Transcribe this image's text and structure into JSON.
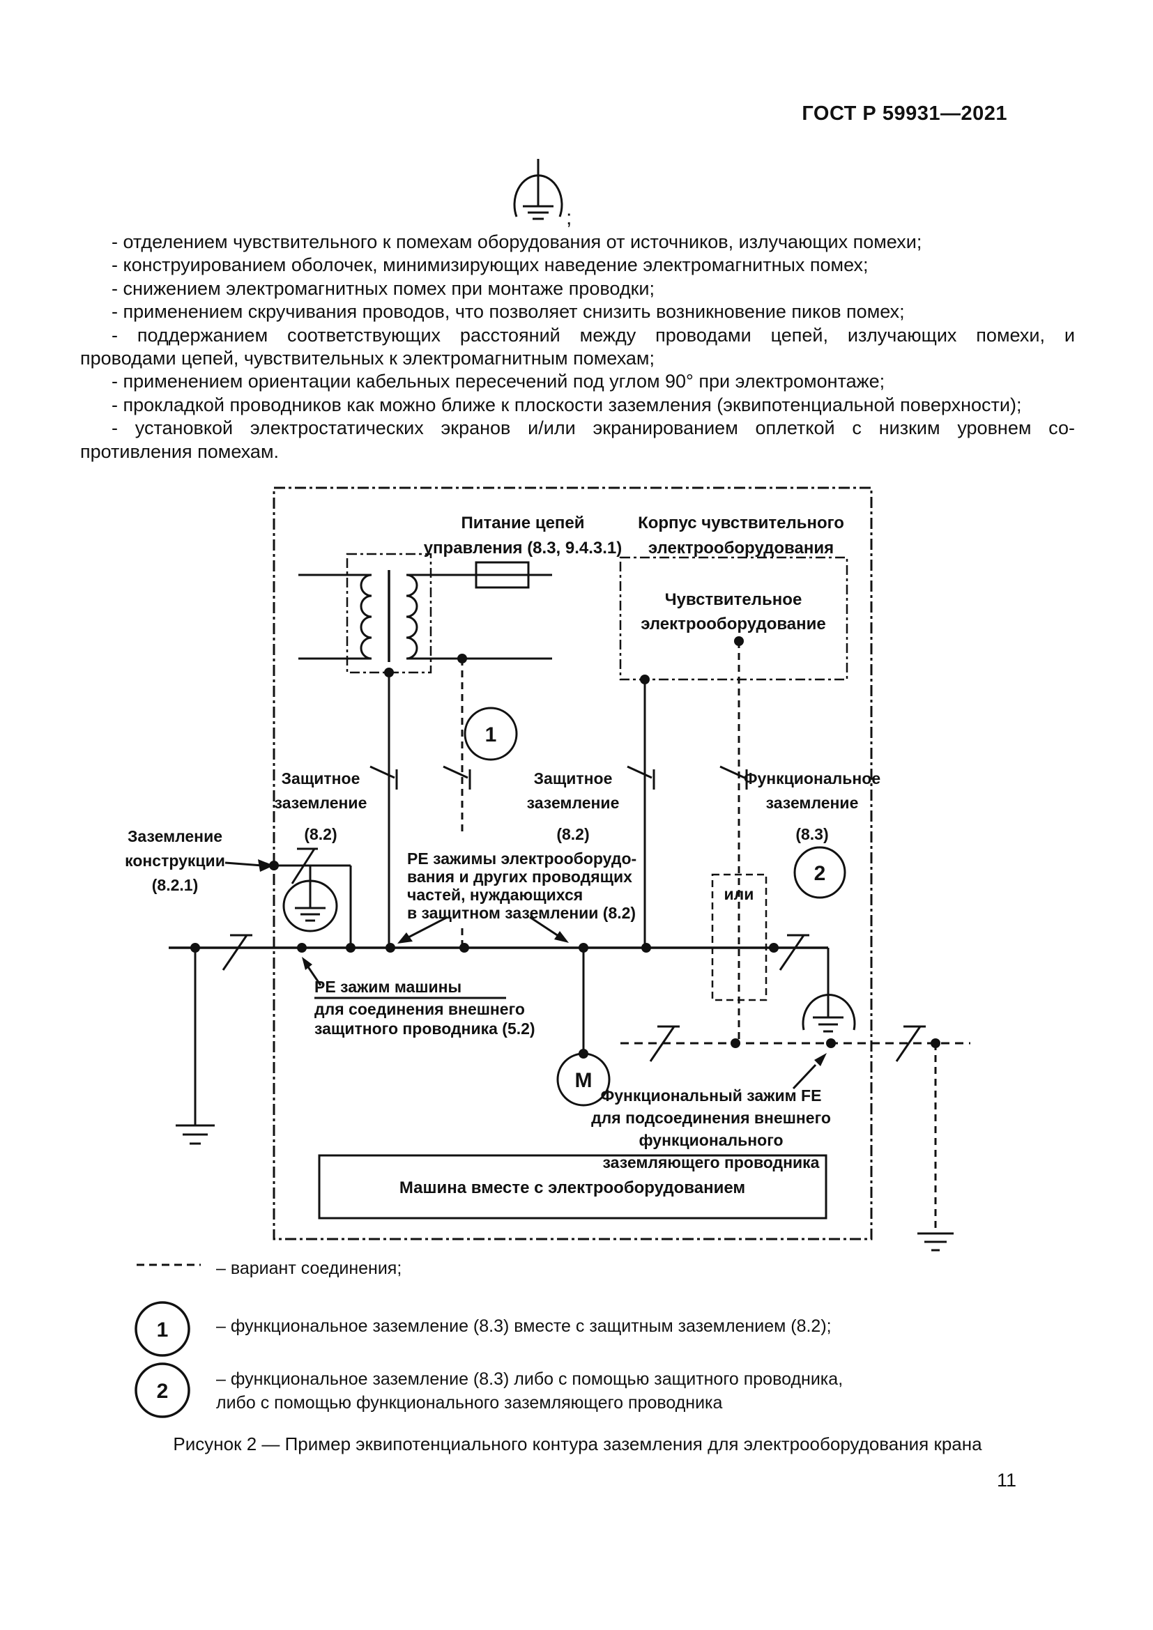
{
  "header": {
    "title": "ГОСТ Р 59931—2021"
  },
  "intro": {
    "symbol_suffix": ";",
    "lines": [
      "- отделением чувствительного к помехам оборудования от источников, излучающих помехи;",
      "- конструированием оболочек, минимизирующих наведение электромагнитных помех;",
      "- снижением электромагнитных помех при монтаже проводки;",
      "- применением скручивания проводов, что позволяет снизить возникновение пиков помех;",
      "- поддержанием соответствующих расстояний между проводами цепей, излучающих помехи, и",
      "проводами цепей, чувствительных к электромагнитным помехам;",
      "- применением ориентации кабельных пересечений под углом 90° при электромонтаже;",
      "- прокладкой проводников как можно ближе к плоскости заземления (эквипотенциальной поверхности);",
      "- установкой электростатических экранов и/или экранированием оплеткой с низким уровнем со-",
      "противления помехам."
    ]
  },
  "diagram": {
    "power_label_1": "Питание цепей",
    "power_label_2": "управления (8.3, 9.4.3.1)",
    "enclosure_label_1": "Корпус чувствительного",
    "enclosure_label_2": "электрооборудования",
    "sensitive_label_1": "Чувствительное",
    "sensitive_label_2": "электрооборудование",
    "protective_1_line_1": "Защитное",
    "protective_1_line_2": "заземление",
    "protective_1_line_3": "(8.2)",
    "protective_2_line_1": "Защитное",
    "protective_2_line_2": "заземление",
    "protective_2_line_3": "(8.2)",
    "functional_line_1": "Функциональное",
    "functional_line_2": "заземление",
    "functional_line_3": "(8.3)",
    "structure_line_1": "Заземление",
    "structure_line_2": "конструкции",
    "structure_line_3": "(8.2.1)",
    "pe_terminals_1": "PE зажимы электрооборудо-",
    "pe_terminals_2": "вания и других проводящих",
    "pe_terminals_3": "частей, нуждающихся",
    "pe_terminals_4": "в защитном заземлении (8.2)",
    "pe_machine_1": "PE зажим машины",
    "pe_machine_2": "для соединения внешнего",
    "pe_machine_3": "защитного проводника (5.2)",
    "fe_label_1": "Функциональный зажим FE",
    "fe_label_2": "для подсоединения внешнего",
    "fe_label_3": "функционального",
    "fe_label_4": "заземляющего проводника",
    "or_label": "или",
    "machine_label": "Машина вместе с электрооборудованием",
    "motor_label": "M",
    "circle_1": "1",
    "circle_2": "2"
  },
  "legend": {
    "dash_item": "– вариант соединения;",
    "item_1_marker": "1",
    "item_1_text": "– функциональное заземление (8.3) вместе с защитным заземлением (8.2);",
    "item_2_marker": "2",
    "item_2_text_1": "– функциональное заземление (8.3) либо с помощью защитного проводника,",
    "item_2_text_2": "либо с помощью функционального заземляющего проводника"
  },
  "caption": "Рисунок 2 — Пример эквипотенциального контура заземления для электрооборудования крана",
  "page_number": "11"
}
